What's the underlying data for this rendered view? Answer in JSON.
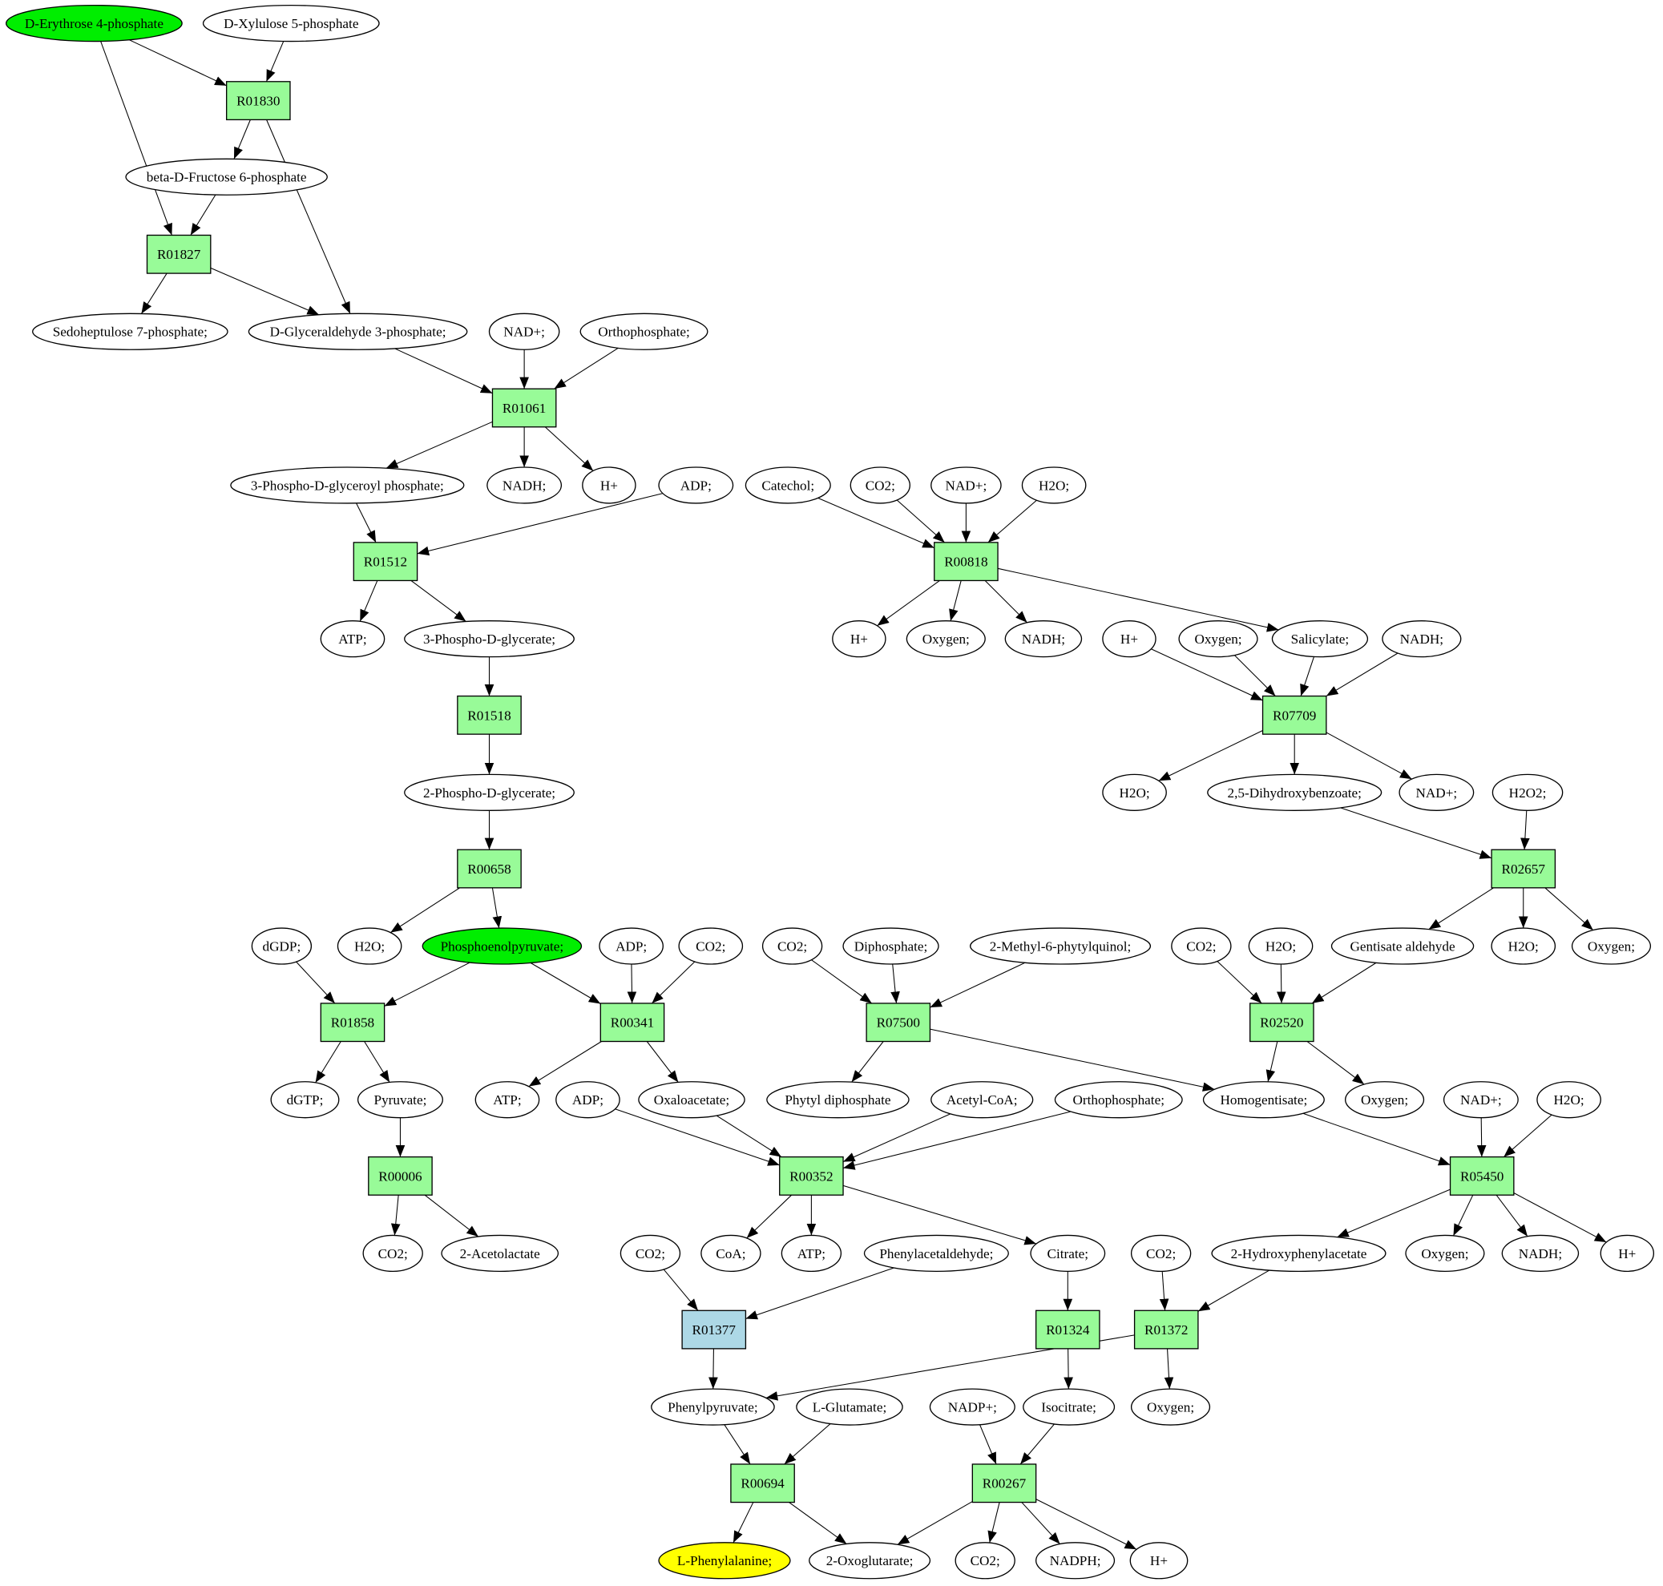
{
  "colors": {
    "reaction": "#98fb98",
    "highlight_reaction": "#add8e6",
    "source": "#00ee00",
    "target": "#ffff00",
    "compound": "#ffffff"
  },
  "nodes": [
    {
      "id": "e4p",
      "label": "D-Erythrose 4-phosphate",
      "shape": "ellipse",
      "fill": "source"
    },
    {
      "id": "x5p",
      "label": "D-Xylulose 5-phosphate",
      "shape": "ellipse",
      "fill": "compound"
    },
    {
      "id": "R01830",
      "label": "R01830",
      "shape": "box",
      "fill": "reaction"
    },
    {
      "id": "f6p",
      "label": "beta-D-Fructose 6-phosphate",
      "shape": "ellipse",
      "fill": "compound"
    },
    {
      "id": "R01827",
      "label": "R01827",
      "shape": "box",
      "fill": "reaction"
    },
    {
      "id": "s7p",
      "label": "Sedoheptulose 7-phosphate;",
      "shape": "ellipse",
      "fill": "compound"
    },
    {
      "id": "g3p",
      "label": "D-Glyceraldehyde 3-phosphate;",
      "shape": "ellipse",
      "fill": "compound"
    },
    {
      "id": "nad1",
      "label": "NAD+;",
      "shape": "ellipse",
      "fill": "compound"
    },
    {
      "id": "pi1",
      "label": "Orthophosphate;",
      "shape": "ellipse",
      "fill": "compound"
    },
    {
      "id": "R01061",
      "label": "R01061",
      "shape": "box",
      "fill": "reaction"
    },
    {
      "id": "bpg",
      "label": "3-Phospho-D-glyceroyl phosphate;",
      "shape": "ellipse",
      "fill": "compound"
    },
    {
      "id": "nadh1",
      "label": "NADH;",
      "shape": "ellipse",
      "fill": "compound"
    },
    {
      "id": "h1",
      "label": "H+",
      "shape": "ellipse",
      "fill": "compound"
    },
    {
      "id": "adp1",
      "label": "ADP;",
      "shape": "ellipse",
      "fill": "compound"
    },
    {
      "id": "catechol",
      "label": "Catechol;",
      "shape": "ellipse",
      "fill": "compound"
    },
    {
      "id": "co2a",
      "label": "CO2;",
      "shape": "ellipse",
      "fill": "compound"
    },
    {
      "id": "nad2",
      "label": "NAD+;",
      "shape": "ellipse",
      "fill": "compound"
    },
    {
      "id": "h2oa",
      "label": "H2O;",
      "shape": "ellipse",
      "fill": "compound"
    },
    {
      "id": "R01512",
      "label": "R01512",
      "shape": "box",
      "fill": "reaction"
    },
    {
      "id": "R00818",
      "label": "R00818",
      "shape": "box",
      "fill": "reaction"
    },
    {
      "id": "atp1",
      "label": "ATP;",
      "shape": "ellipse",
      "fill": "compound"
    },
    {
      "id": "pg3",
      "label": "3-Phospho-D-glycerate;",
      "shape": "ellipse",
      "fill": "compound"
    },
    {
      "id": "h2",
      "label": "H+",
      "shape": "ellipse",
      "fill": "compound"
    },
    {
      "id": "oxy1",
      "label": "Oxygen;",
      "shape": "ellipse",
      "fill": "compound"
    },
    {
      "id": "nadh2",
      "label": "NADH;",
      "shape": "ellipse",
      "fill": "compound"
    },
    {
      "id": "h3",
      "label": "H+",
      "shape": "ellipse",
      "fill": "compound"
    },
    {
      "id": "oxy2",
      "label": "Oxygen;",
      "shape": "ellipse",
      "fill": "compound"
    },
    {
      "id": "salicylate",
      "label": "Salicylate;",
      "shape": "ellipse",
      "fill": "compound"
    },
    {
      "id": "nadh3",
      "label": "NADH;",
      "shape": "ellipse",
      "fill": "compound"
    },
    {
      "id": "R01518",
      "label": "R01518",
      "shape": "box",
      "fill": "reaction"
    },
    {
      "id": "R07709",
      "label": "R07709",
      "shape": "box",
      "fill": "reaction"
    },
    {
      "id": "pg2",
      "label": "2-Phospho-D-glycerate;",
      "shape": "ellipse",
      "fill": "compound"
    },
    {
      "id": "h2ob",
      "label": "H2O;",
      "shape": "ellipse",
      "fill": "compound"
    },
    {
      "id": "dhb",
      "label": "2,5-Dihydroxybenzoate;",
      "shape": "ellipse",
      "fill": "compound"
    },
    {
      "id": "nad3",
      "label": "NAD+;",
      "shape": "ellipse",
      "fill": "compound"
    },
    {
      "id": "h2o2",
      "label": "H2O2;",
      "shape": "ellipse",
      "fill": "compound"
    },
    {
      "id": "R00658",
      "label": "R00658",
      "shape": "box",
      "fill": "reaction"
    },
    {
      "id": "R02657",
      "label": "R02657",
      "shape": "box",
      "fill": "reaction"
    },
    {
      "id": "dgdp",
      "label": "dGDP;",
      "shape": "ellipse",
      "fill": "compound"
    },
    {
      "id": "h2oc",
      "label": "H2O;",
      "shape": "ellipse",
      "fill": "compound"
    },
    {
      "id": "pep",
      "label": "Phosphoenolpyruvate;",
      "shape": "ellipse",
      "fill": "source"
    },
    {
      "id": "adp2",
      "label": "ADP;",
      "shape": "ellipse",
      "fill": "compound"
    },
    {
      "id": "co2b",
      "label": "CO2;",
      "shape": "ellipse",
      "fill": "compound"
    },
    {
      "id": "co2c",
      "label": "CO2;",
      "shape": "ellipse",
      "fill": "compound"
    },
    {
      "id": "diphosphate",
      "label": "Diphosphate;",
      "shape": "ellipse",
      "fill": "compound"
    },
    {
      "id": "mpq",
      "label": "2-Methyl-6-phytylquinol;",
      "shape": "ellipse",
      "fill": "compound"
    },
    {
      "id": "co2d",
      "label": "CO2;",
      "shape": "ellipse",
      "fill": "compound"
    },
    {
      "id": "h2od",
      "label": "H2O;",
      "shape": "ellipse",
      "fill": "compound"
    },
    {
      "id": "gentald",
      "label": "Gentisate aldehyde",
      "shape": "ellipse",
      "fill": "compound"
    },
    {
      "id": "h2oe",
      "label": "H2O;",
      "shape": "ellipse",
      "fill": "compound"
    },
    {
      "id": "oxy3",
      "label": "Oxygen;",
      "shape": "ellipse",
      "fill": "compound"
    },
    {
      "id": "R01858",
      "label": "R01858",
      "shape": "box",
      "fill": "reaction"
    },
    {
      "id": "R00341",
      "label": "R00341",
      "shape": "box",
      "fill": "reaction"
    },
    {
      "id": "R07500",
      "label": "R07500",
      "shape": "box",
      "fill": "reaction"
    },
    {
      "id": "R02520",
      "label": "R02520",
      "shape": "box",
      "fill": "reaction"
    },
    {
      "id": "dgtp",
      "label": "dGTP;",
      "shape": "ellipse",
      "fill": "compound"
    },
    {
      "id": "pyruvate",
      "label": "Pyruvate;",
      "shape": "ellipse",
      "fill": "compound"
    },
    {
      "id": "atp2",
      "label": "ATP;",
      "shape": "ellipse",
      "fill": "compound"
    },
    {
      "id": "adp3",
      "label": "ADP;",
      "shape": "ellipse",
      "fill": "compound"
    },
    {
      "id": "oaa",
      "label": "Oxaloacetate;",
      "shape": "ellipse",
      "fill": "compound"
    },
    {
      "id": "phytylpp",
      "label": "Phytyl diphosphate",
      "shape": "ellipse",
      "fill": "compound"
    },
    {
      "id": "acoa",
      "label": "Acetyl-CoA;",
      "shape": "ellipse",
      "fill": "compound"
    },
    {
      "id": "pi2",
      "label": "Orthophosphate;",
      "shape": "ellipse",
      "fill": "compound"
    },
    {
      "id": "homogentisate",
      "label": "Homogentisate;",
      "shape": "ellipse",
      "fill": "compound"
    },
    {
      "id": "oxy4",
      "label": "Oxygen;",
      "shape": "ellipse",
      "fill": "compound"
    },
    {
      "id": "nad4",
      "label": "NAD+;",
      "shape": "ellipse",
      "fill": "compound"
    },
    {
      "id": "h2of",
      "label": "H2O;",
      "shape": "ellipse",
      "fill": "compound"
    },
    {
      "id": "R00006",
      "label": "R00006",
      "shape": "box",
      "fill": "reaction"
    },
    {
      "id": "R00352",
      "label": "R00352",
      "shape": "box",
      "fill": "reaction"
    },
    {
      "id": "R05450",
      "label": "R05450",
      "shape": "box",
      "fill": "reaction"
    },
    {
      "id": "co2e",
      "label": "CO2;",
      "shape": "ellipse",
      "fill": "compound"
    },
    {
      "id": "acetolactate",
      "label": "2-Acetolactate",
      "shape": "ellipse",
      "fill": "compound"
    },
    {
      "id": "co2f",
      "label": "CO2;",
      "shape": "ellipse",
      "fill": "compound"
    },
    {
      "id": "coa",
      "label": "CoA;",
      "shape": "ellipse",
      "fill": "compound"
    },
    {
      "id": "atp3",
      "label": "ATP;",
      "shape": "ellipse",
      "fill": "compound"
    },
    {
      "id": "phacald",
      "label": "Phenylacetaldehyde;",
      "shape": "ellipse",
      "fill": "compound"
    },
    {
      "id": "citrate",
      "label": "Citrate;",
      "shape": "ellipse",
      "fill": "compound"
    },
    {
      "id": "co2g",
      "label": "CO2;",
      "shape": "ellipse",
      "fill": "compound"
    },
    {
      "id": "hpa",
      "label": "2-Hydroxyphenylacetate",
      "shape": "ellipse",
      "fill": "compound"
    },
    {
      "id": "oxy5",
      "label": "Oxygen;",
      "shape": "ellipse",
      "fill": "compound"
    },
    {
      "id": "nadh4",
      "label": "NADH;",
      "shape": "ellipse",
      "fill": "compound"
    },
    {
      "id": "h4",
      "label": "H+",
      "shape": "ellipse",
      "fill": "compound"
    },
    {
      "id": "R01377",
      "label": "R01377",
      "shape": "box",
      "fill": "highlight_reaction"
    },
    {
      "id": "R01324",
      "label": "R01324",
      "shape": "box",
      "fill": "reaction"
    },
    {
      "id": "R01372",
      "label": "R01372",
      "shape": "box",
      "fill": "reaction"
    },
    {
      "id": "phpyr",
      "label": "Phenylpyruvate;",
      "shape": "ellipse",
      "fill": "compound"
    },
    {
      "id": "glu",
      "label": "L-Glutamate;",
      "shape": "ellipse",
      "fill": "compound"
    },
    {
      "id": "nadp",
      "label": "NADP+;",
      "shape": "ellipse",
      "fill": "compound"
    },
    {
      "id": "isocitrate",
      "label": "Isocitrate;",
      "shape": "ellipse",
      "fill": "compound"
    },
    {
      "id": "oxy6",
      "label": "Oxygen;",
      "shape": "ellipse",
      "fill": "compound"
    },
    {
      "id": "R00694",
      "label": "R00694",
      "shape": "box",
      "fill": "reaction"
    },
    {
      "id": "R00267",
      "label": "R00267",
      "shape": "box",
      "fill": "reaction"
    },
    {
      "id": "phe",
      "label": "L-Phenylalanine;",
      "shape": "ellipse",
      "fill": "target"
    },
    {
      "id": "akg",
      "label": "2-Oxoglutarate;",
      "shape": "ellipse",
      "fill": "compound"
    },
    {
      "id": "co2h",
      "label": "CO2;",
      "shape": "ellipse",
      "fill": "compound"
    },
    {
      "id": "nadph",
      "label": "NADPH;",
      "shape": "ellipse",
      "fill": "compound"
    },
    {
      "id": "h5",
      "label": "H+",
      "shape": "ellipse",
      "fill": "compound"
    }
  ],
  "edges": [
    [
      "e4p",
      "R01830"
    ],
    [
      "x5p",
      "R01830"
    ],
    [
      "e4p",
      "R01827"
    ],
    [
      "R01830",
      "f6p"
    ],
    [
      "R01830",
      "g3p"
    ],
    [
      "f6p",
      "R01827"
    ],
    [
      "R01827",
      "s7p"
    ],
    [
      "R01827",
      "g3p"
    ],
    [
      "g3p",
      "R01061"
    ],
    [
      "nad1",
      "R01061"
    ],
    [
      "pi1",
      "R01061"
    ],
    [
      "R01061",
      "bpg"
    ],
    [
      "R01061",
      "nadh1"
    ],
    [
      "R01061",
      "h1"
    ],
    [
      "bpg",
      "R01512"
    ],
    [
      "adp1",
      "R01512"
    ],
    [
      "R01512",
      "atp1"
    ],
    [
      "R01512",
      "pg3"
    ],
    [
      "pg3",
      "R01518"
    ],
    [
      "R01518",
      "pg2"
    ],
    [
      "pg2",
      "R00658"
    ],
    [
      "R00658",
      "h2oc"
    ],
    [
      "R00658",
      "pep"
    ],
    [
      "dgdp",
      "R01858"
    ],
    [
      "pep",
      "R01858"
    ],
    [
      "pep",
      "R00341"
    ],
    [
      "adp2",
      "R00341"
    ],
    [
      "co2b",
      "R00341"
    ],
    [
      "R01858",
      "dgtp"
    ],
    [
      "R01858",
      "pyruvate"
    ],
    [
      "pyruvate",
      "R00006"
    ],
    [
      "R00006",
      "co2e"
    ],
    [
      "R00006",
      "acetolactate"
    ],
    [
      "R00341",
      "atp2"
    ],
    [
      "R00341",
      "oaa"
    ],
    [
      "adp3",
      "R00352"
    ],
    [
      "oaa",
      "R00352"
    ],
    [
      "acoa",
      "R00352"
    ],
    [
      "pi2",
      "R00352"
    ],
    [
      "R00352",
      "coa"
    ],
    [
      "R00352",
      "atp3"
    ],
    [
      "R00352",
      "citrate"
    ],
    [
      "citrate",
      "R01324"
    ],
    [
      "R01324",
      "isocitrate"
    ],
    [
      "co2f",
      "R01377"
    ],
    [
      "phacald",
      "R01377"
    ],
    [
      "R01377",
      "phpyr"
    ],
    [
      "phpyr",
      "R00694"
    ],
    [
      "glu",
      "R00694"
    ],
    [
      "R00694",
      "phe"
    ],
    [
      "R00694",
      "akg"
    ],
    [
      "nadp",
      "R00267"
    ],
    [
      "isocitrate",
      "R00267"
    ],
    [
      "R00267",
      "akg"
    ],
    [
      "R00267",
      "co2h"
    ],
    [
      "R00267",
      "nadph"
    ],
    [
      "R00267",
      "h5"
    ],
    [
      "catechol",
      "R00818"
    ],
    [
      "co2a",
      "R00818"
    ],
    [
      "nad2",
      "R00818"
    ],
    [
      "h2oa",
      "R00818"
    ],
    [
      "R00818",
      "h2"
    ],
    [
      "R00818",
      "oxy1"
    ],
    [
      "R00818",
      "nadh2"
    ],
    [
      "R00818",
      "salicylate"
    ],
    [
      "h3",
      "R07709"
    ],
    [
      "oxy2",
      "R07709"
    ],
    [
      "salicylate",
      "R07709"
    ],
    [
      "nadh3",
      "R07709"
    ],
    [
      "R07709",
      "h2ob"
    ],
    [
      "R07709",
      "dhb"
    ],
    [
      "R07709",
      "nad3"
    ],
    [
      "dhb",
      "R02657"
    ],
    [
      "h2o2",
      "R02657"
    ],
    [
      "R02657",
      "gentald"
    ],
    [
      "R02657",
      "h2oe"
    ],
    [
      "R02657",
      "oxy3"
    ],
    [
      "co2d",
      "R02520"
    ],
    [
      "h2od",
      "R02520"
    ],
    [
      "gentald",
      "R02520"
    ],
    [
      "R02520",
      "homogentisate"
    ],
    [
      "R02520",
      "oxy4"
    ],
    [
      "co2c",
      "R07500"
    ],
    [
      "diphosphate",
      "R07500"
    ],
    [
      "mpq",
      "R07500"
    ],
    [
      "R07500",
      "phytylpp"
    ],
    [
      "R07500",
      "homogentisate"
    ],
    [
      "homogentisate",
      "R05450"
    ],
    [
      "nad4",
      "R05450"
    ],
    [
      "h2of",
      "R05450"
    ],
    [
      "R05450",
      "hpa"
    ],
    [
      "R05450",
      "oxy5"
    ],
    [
      "R05450",
      "nadh4"
    ],
    [
      "R05450",
      "h4"
    ],
    [
      "hpa",
      "R01372"
    ],
    [
      "co2g",
      "R01372"
    ],
    [
      "R01372",
      "oxy6"
    ],
    [
      "R01372",
      "phpyr"
    ]
  ]
}
